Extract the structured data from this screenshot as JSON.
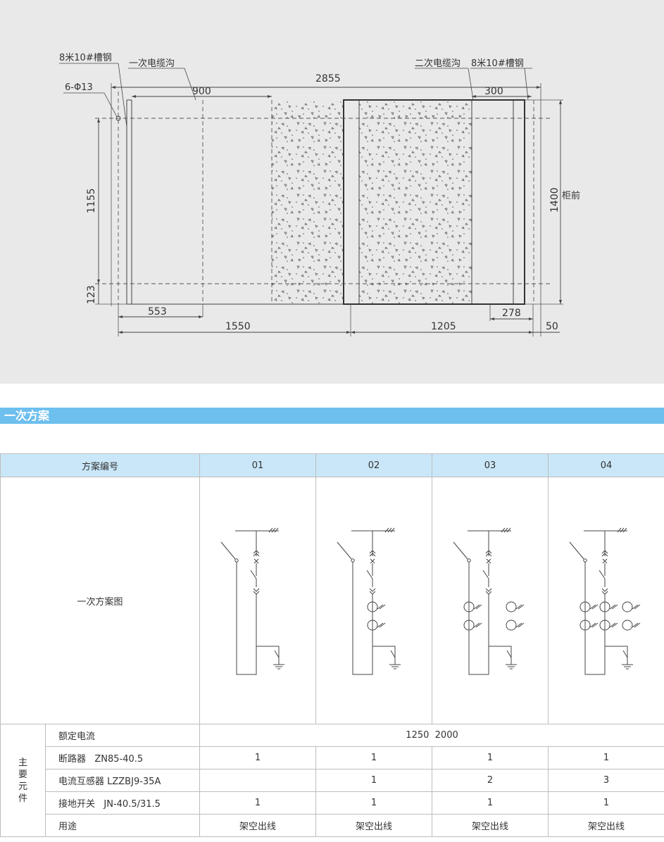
{
  "layout": {
    "labels": {
      "steel_left": "8米10#槽钢",
      "primary_trench": "一次电缆沟",
      "holes": "6-Φ13",
      "secondary_trench": "二次电缆沟",
      "steel_right": "8米10#槽钢",
      "front": "柜前"
    },
    "dims": {
      "total_width": "2855",
      "trench_width": "900",
      "secondary_width": "300",
      "depth_inner": "1155",
      "depth_total": "1400",
      "bottom_offset": "123",
      "left_offset": "553",
      "left_span": "1550",
      "right_span": "1205",
      "right_offset": "278",
      "edge": "50"
    }
  },
  "section": {
    "title": "一次方案"
  },
  "table": {
    "header_label": "方案编号",
    "schemes": [
      "01",
      "02",
      "03",
      "04"
    ],
    "diagram_label": "一次方案图",
    "group_label": [
      "主",
      "要",
      "元",
      "件"
    ],
    "rated_current": {
      "label": "额定电流",
      "value": "1250  2000"
    },
    "breaker": {
      "label": "断路器   ZN85-40.5",
      "values": [
        "1",
        "1",
        "1",
        "1"
      ]
    },
    "ct": {
      "label": "电流互感器 LZZBJ9-35A",
      "values": [
        "",
        "1",
        "2",
        "3"
      ]
    },
    "switch": {
      "label": "接地开关   JN-40.5/31.5",
      "values": [
        "1",
        "1",
        "1",
        "1"
      ]
    },
    "usage": {
      "label": "用途",
      "values": [
        "架空出线",
        "架空出线",
        "架空出线",
        "架空出线"
      ]
    }
  }
}
